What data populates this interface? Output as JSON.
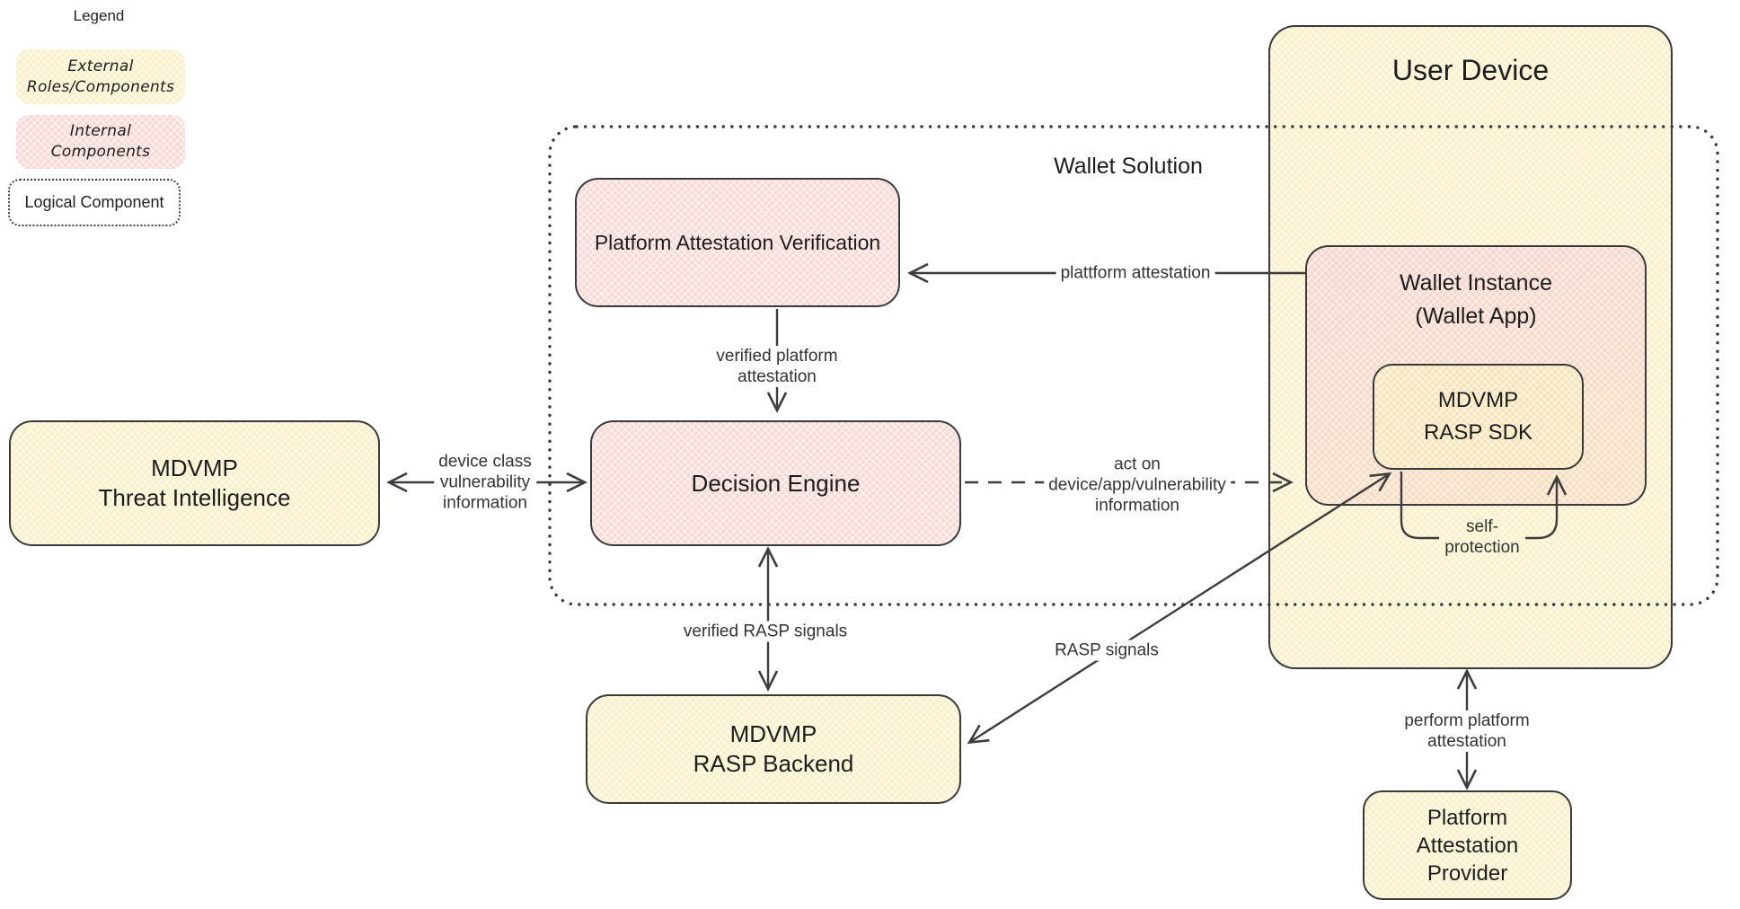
{
  "legend": {
    "title": "Legend",
    "external": {
      "line1": "External",
      "line2": "Roles/Components"
    },
    "internal": {
      "line1": "Internal",
      "line2": "Components"
    },
    "logical": "Logical Component"
  },
  "containers": {
    "user_device": "User Device",
    "wallet_solution": "Wallet Solution",
    "wallet_instance": {
      "line1": "Wallet Instance",
      "line2": "(Wallet App)"
    }
  },
  "nodes": {
    "platform_attestation_verification": "Platform Attestation Verification",
    "decision_engine": "Decision Engine",
    "mdvmp_threat_intelligence": {
      "line1": "MDVMP",
      "line2": "Threat Intelligence"
    },
    "mdvmp_rasp_backend": {
      "line1": "MDVMP",
      "line2": "RASP Backend"
    },
    "mdvmp_rasp_sdk": {
      "line1": "MDVMP",
      "line2": "RASP SDK"
    },
    "platform_attestation_provider": {
      "line1": "Platform",
      "line2": "Attestation",
      "line3": "Provider"
    }
  },
  "edges": {
    "plattform_attestation": "plattform attestation",
    "verified_platform_attestation": {
      "line1": "verified platform",
      "line2": "attestation"
    },
    "device_class": {
      "line1": "device class",
      "line2": "vulnerability",
      "line3": "information"
    },
    "act_on": {
      "line1": "act on",
      "line2": "device/app/vulnerability",
      "line3": "information"
    },
    "verified_rasp_signals": "verified RASP signals",
    "rasp_signals": "RASP signals",
    "self_protection": {
      "line1": "self-",
      "line2": "protection"
    },
    "perform_platform_attestation": {
      "line1": "perform platform",
      "line2": "attestation"
    }
  },
  "colors": {
    "background": "#FFFFFF",
    "external_fill": "#FAF0C8",
    "internal_fill": "#F8D9D6",
    "wallet_instance_fill_top": "#F6D6CE",
    "wallet_instance_fill_bottom": "#F8DEC0",
    "sdk_fill": "#F8E3B6",
    "border": "#3A3A3A",
    "arrow": "#3D3D3D"
  }
}
